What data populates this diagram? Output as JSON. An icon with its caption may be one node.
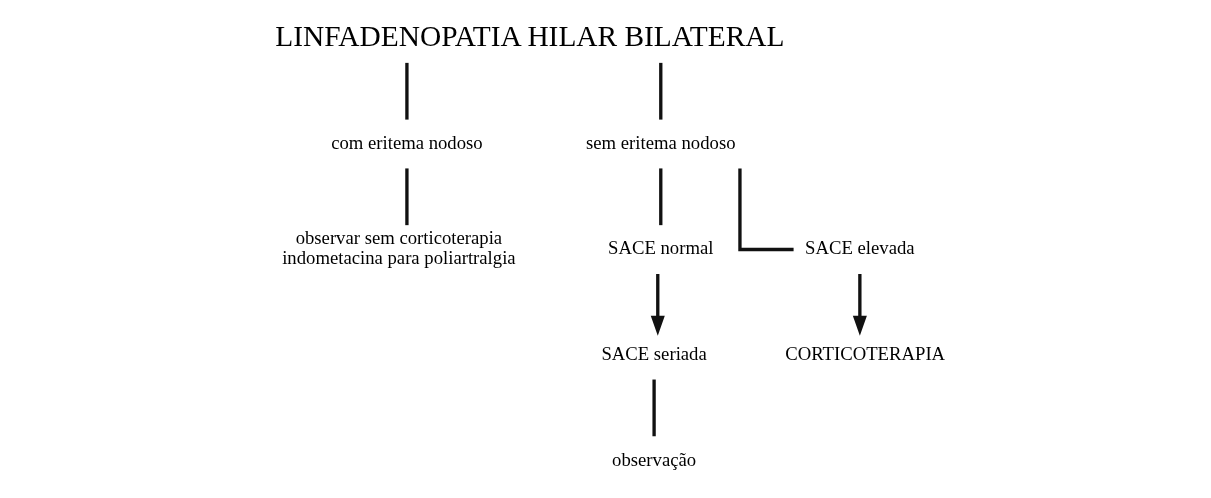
{
  "diagram": {
    "nodes": [
      {
        "text": [
          "LINFADENOPATIA HILAR BILATERAL"
        ]
      },
      {
        "text": [
          "com eritema nodoso"
        ]
      },
      {
        "text": [
          "sem eritema nodoso"
        ]
      },
      {
        "text": [
          "observar sem corticoterapia",
          "indometacina para poliartralgia"
        ]
      },
      {
        "text": [
          "SACE normal"
        ]
      },
      {
        "text": [
          "SACE elevada"
        ]
      },
      {
        "text": [
          "SACE seriada"
        ]
      },
      {
        "text": [
          "observação"
        ]
      },
      {
        "text": [
          "CORTICOTERAPIA"
        ]
      }
    ],
    "edges": [
      {
        "from": 0,
        "to": 1,
        "arrow": "none"
      },
      {
        "from": 0,
        "to": 2,
        "arrow": "none"
      },
      {
        "from": 1,
        "to": 3,
        "arrow": "none"
      },
      {
        "from": 2,
        "to": 4,
        "arrow": "none"
      },
      {
        "from": 2,
        "to": 5,
        "arrow": "none"
      },
      {
        "from": 4,
        "to": 6,
        "arrow": "to"
      },
      {
        "from": 6,
        "to": 7,
        "arrow": "none"
      },
      {
        "from": 5,
        "to": 8,
        "arrow": "to"
      }
    ]
  }
}
